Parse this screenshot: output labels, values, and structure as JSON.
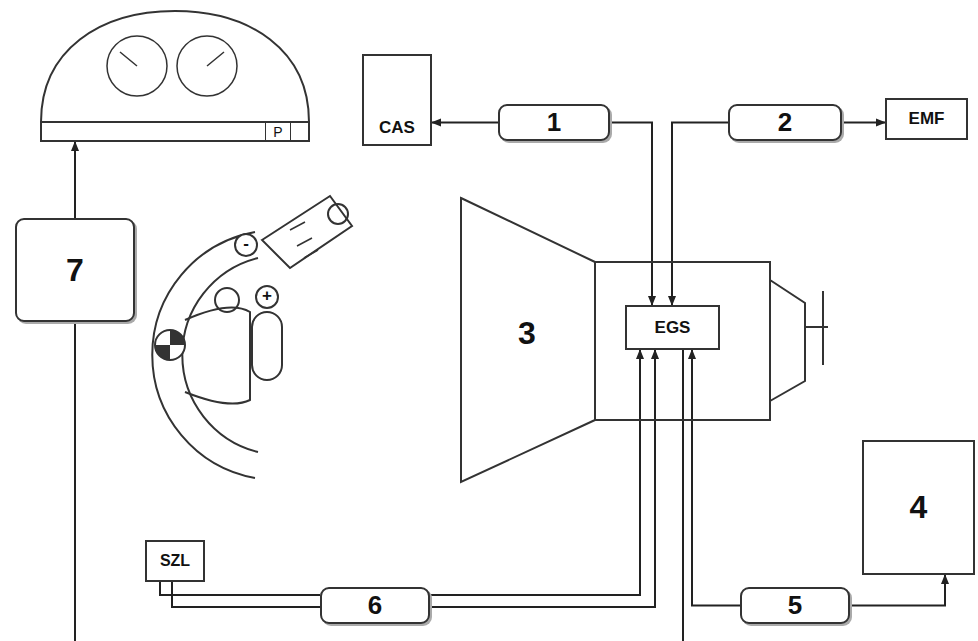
{
  "diagram": {
    "nodes": [
      {
        "text": [
          "P"
        ]
      },
      {
        "text": [
          "CAS"
        ]
      },
      {
        "text": [
          "1"
        ]
      },
      {
        "text": [
          "2"
        ]
      },
      {
        "text": [
          "EMF"
        ]
      },
      {
        "text": [
          "7"
        ]
      },
      {
        "text": [
          "3"
        ]
      },
      {
        "text": [
          "EGS"
        ],
        "in": 6
      },
      {
        "text": [
          "SZL"
        ]
      },
      {
        "text": [
          "6"
        ]
      },
      {
        "text": [
          "5"
        ]
      },
      {
        "text": [
          "4"
        ]
      }
    ],
    "edges": [
      {
        "from": 2,
        "to": 1,
        "arrow": "to"
      },
      {
        "from": 2,
        "to": 7,
        "arrow": "to"
      },
      {
        "from": 3,
        "to": 4,
        "arrow": "to"
      },
      {
        "from": 3,
        "to": 7,
        "arrow": "to"
      },
      {
        "from": 5,
        "to": 0,
        "arrow": "to"
      },
      {
        "from": 7,
        "to": 5,
        "arrow": "none"
      },
      {
        "from": 8,
        "to": 9,
        "arrow": "none"
      },
      {
        "from": 9,
        "to": 7,
        "arrow": "to"
      },
      {
        "from": 10,
        "to": 7,
        "arrow": "to"
      },
      {
        "from": 10,
        "to": 11,
        "arrow": "to"
      }
    ],
    "labels": [
      "-",
      "+"
    ]
  }
}
